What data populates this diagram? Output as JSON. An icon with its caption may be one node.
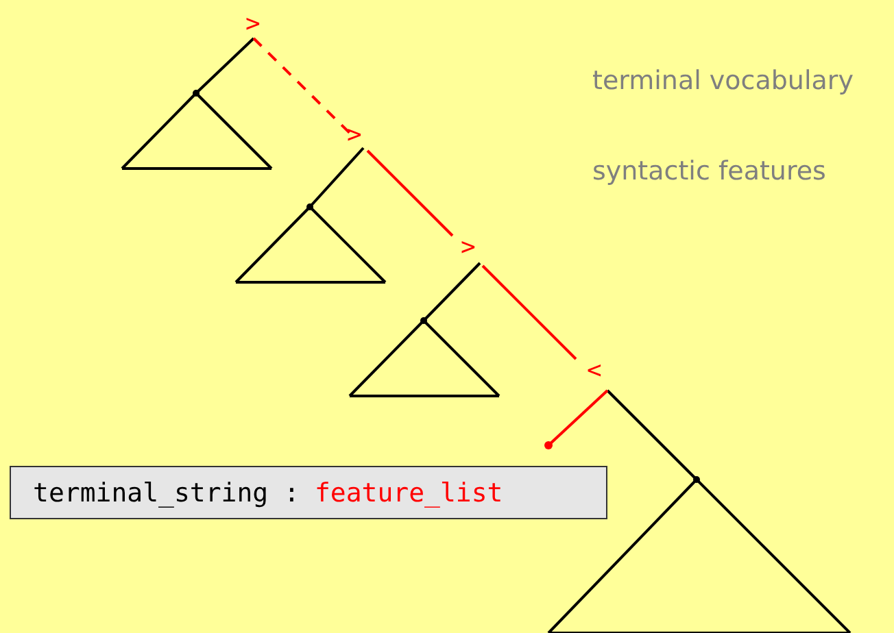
{
  "diagram": {
    "nodes": [
      {
        "text": [
          "terminal_string :",
          "feature_list"
        ]
      }
    ],
    "labels": [
      ">",
      "terminal vocabulary",
      ">",
      "syntactic features",
      ">",
      "<"
    ]
  }
}
